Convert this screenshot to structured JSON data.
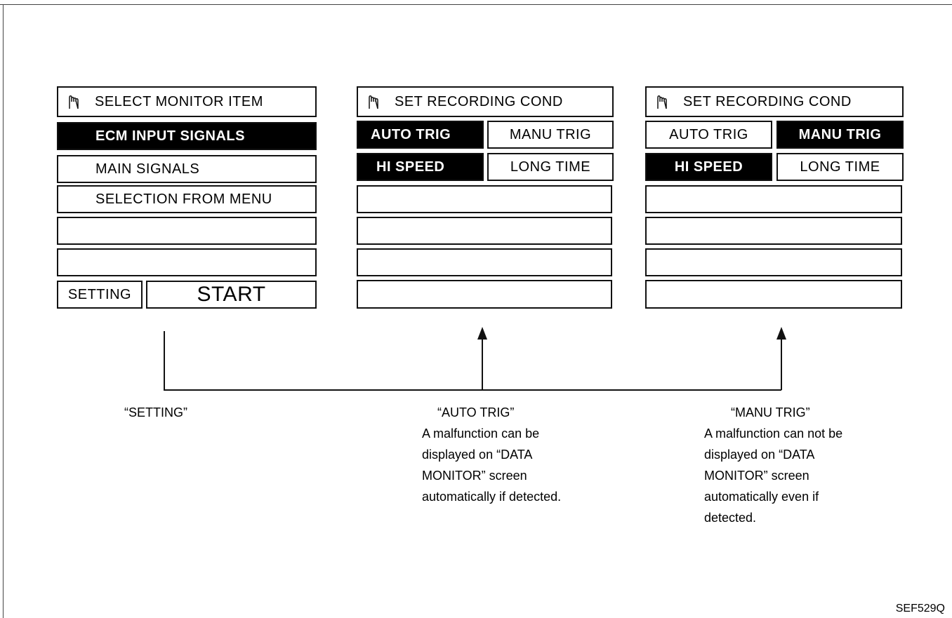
{
  "screen1": {
    "title": "SELECT MONITOR ITEM",
    "items": [
      "ECM INPUT SIGNALS",
      "MAIN SIGNALS",
      "SELECTION FROM MENU"
    ],
    "setting_label": "SETTING",
    "start_label": "START"
  },
  "screen2": {
    "title": "SET RECORDING COND",
    "trigger_options": [
      "AUTO TRIG",
      "MANU TRIG"
    ],
    "speed_options": [
      "HI SPEED",
      "LONG TIME"
    ],
    "selected_trigger": "AUTO TRIG",
    "selected_speed": "HI SPEED"
  },
  "screen3": {
    "title": "SET RECORDING COND",
    "trigger_options": [
      "AUTO TRIG",
      "MANU TRIG"
    ],
    "speed_options": [
      "HI SPEED",
      "LONG TIME"
    ],
    "selected_trigger": "MANU TRIG",
    "selected_speed": "HI SPEED"
  },
  "captions": {
    "setting": "“SETTING”",
    "auto_trig_title": "“AUTO TRIG”",
    "auto_trig_lines": [
      "A malfunction can be",
      "displayed on “DATA",
      "MONITOR” screen",
      "automatically if detected."
    ],
    "manu_trig_title": "“MANU TRIG”",
    "manu_trig_lines": [
      "A malfunction can not be",
      "displayed on “DATA",
      "MONITOR” screen",
      "automatically even if",
      "detected."
    ]
  },
  "figure_code": "SEF529Q",
  "colors": {
    "line": "#111111",
    "highlight_bg": "#000000",
    "highlight_text": "#ffffff"
  },
  "icons": {
    "title_icon": "hand-pointer-icon"
  }
}
